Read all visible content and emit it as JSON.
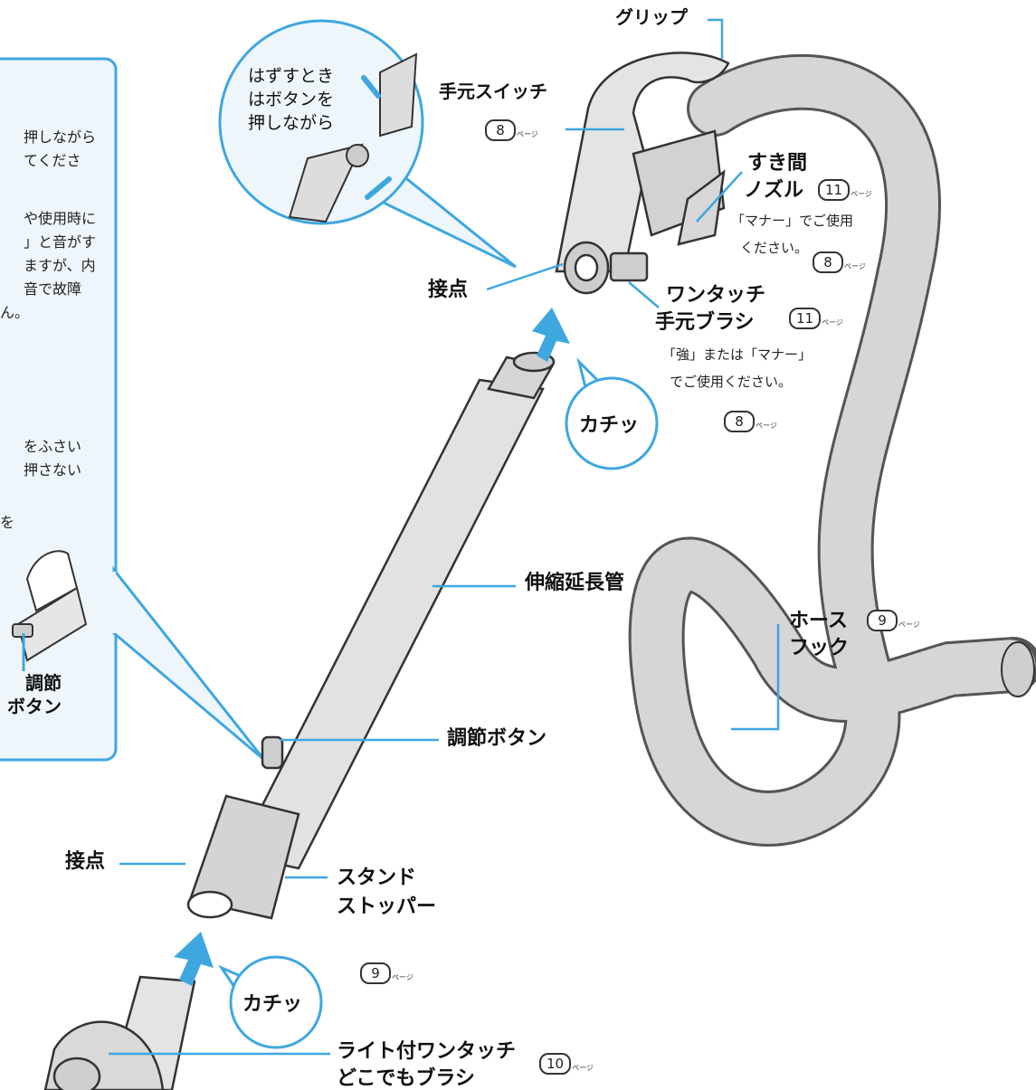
{
  "colors": {
    "accent": "#3ea7df",
    "panel_bg": "#eef6fc",
    "part": "#d9d9d9"
  },
  "side_panel": {
    "lines": [
      "押しながら",
      "てくださ",
      "や使用時に",
      "」と音がす",
      "ますが、内",
      "音で故障",
      "ん。",
      "をふさい",
      "押さない",
      "を"
    ],
    "adjust_label_1": "調節",
    "adjust_label_2": "ボタン"
  },
  "bubble": {
    "line1": "はずすとき",
    "line2": "はボタンを",
    "line3": "押しながら"
  },
  "labels": {
    "grip": "グリップ",
    "hand_switch": "手元スイッチ",
    "contact_top": "接点",
    "crevice_1": "すき間",
    "crevice_2": "ノズル",
    "crevice_note_1": "「マナー」でご使用",
    "crevice_note_2": "ください。",
    "brush_1": "ワンタッチ",
    "brush_2": "手元ブラシ",
    "brush_note_1": "「強」または「マナー」",
    "brush_note_2": "でご使用ください。",
    "click_top": "カチッ",
    "extension_pipe": "伸縮延長管",
    "hose_hook_1": "ホース",
    "hose_hook_2": "フック",
    "adjust_button": "調節ボタン",
    "contact_bottom": "接点",
    "stand_1": "スタンド",
    "stand_2": "ストッパー",
    "click_bottom": "カチッ",
    "nozzle_1": "ライト付ワンタッチ",
    "nozzle_2": "どこでもブラシ"
  },
  "page_refs": {
    "page_word": "ページ",
    "hand_switch": "8",
    "crevice": "11",
    "crevice_note": "8",
    "brush": "11",
    "brush_note": "8",
    "hose_hook": "9",
    "stand": "9",
    "nozzle": "10"
  }
}
